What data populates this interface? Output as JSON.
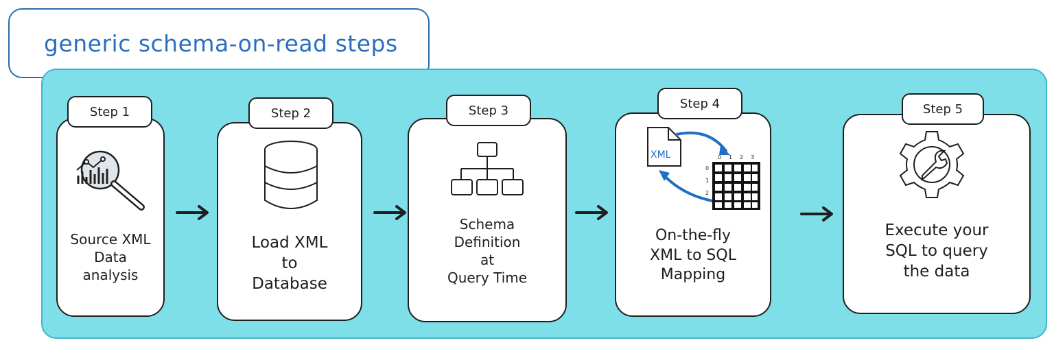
{
  "title": "generic schema-on-read steps",
  "steps": [
    {
      "tab": "Step 1",
      "label": "Source XML\nData\nanalysis",
      "icon": "chart-magnifier-icon"
    },
    {
      "tab": "Step 2",
      "label": "Load XML\nto\nDatabase",
      "icon": "database-icon"
    },
    {
      "tab": "Step 3",
      "label": "Schema\nDefinition\nat\nQuery Time",
      "icon": "hierarchy-icon"
    },
    {
      "tab": "Step 4",
      "label": "On-the-fly\nXML to SQL\nMapping",
      "icon": "xml-to-table-icon"
    },
    {
      "tab": "Step 5",
      "label": "Execute your\nSQL to query\nthe data",
      "icon": "gear-wrench-icon"
    }
  ],
  "step4_icon": {
    "file_label": "XML",
    "column_indices": [
      "0",
      "1",
      "2",
      "3"
    ],
    "row_indices": [
      "0",
      "1",
      "2"
    ]
  },
  "colors": {
    "panel": "#7fdfe9",
    "title_text": "#2a6fbf",
    "arrow_blue": "#1f6fc5",
    "ink": "#1e1e1e"
  }
}
